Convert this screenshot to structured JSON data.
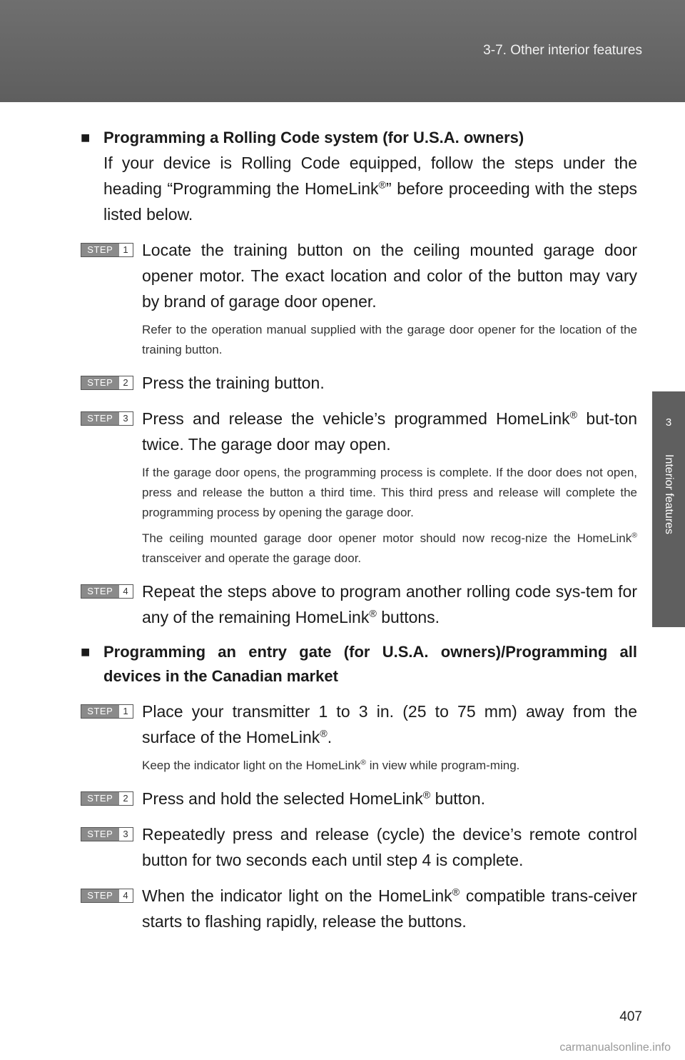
{
  "header": {
    "title": "3-7. Other interior features"
  },
  "side_tab": {
    "number": "3",
    "label": "Interior features"
  },
  "section1": {
    "bullet": "■",
    "heading": "Programming a Rolling Code system (for U.S.A. owners)",
    "intro_a": "If your device is Rolling Code equipped, follow the steps under the heading “Programming the HomeLink",
    "intro_b": "” before proceeding with the steps listed below.",
    "steps": [
      {
        "label": "STEP",
        "num": "1",
        "text": "Locate the training button on the ceiling mounted garage door opener motor. The exact location and color of the button may vary by brand of garage door opener.",
        "note": "Refer to the operation manual supplied with the garage door opener for the location of the training button."
      },
      {
        "label": "STEP",
        "num": "2",
        "text": "Press the training button."
      },
      {
        "label": "STEP",
        "num": "3",
        "text_a": "Press and release the vehicle’s programmed HomeLink",
        "text_b": " but-ton twice. The garage door may open.",
        "note1": "If the garage door opens, the programming process is complete. If the door does not open, press and release the button a third time. This third press and release will complete the programming process by opening the garage door.",
        "note2_a": "The ceiling mounted garage door opener motor should now recog-nize the HomeLink",
        "note2_b": " transceiver and operate the garage door."
      },
      {
        "label": "STEP",
        "num": "4",
        "text_a": "Repeat the steps above to program another rolling code sys-tem for any of the remaining HomeLink",
        "text_b": " buttons."
      }
    ]
  },
  "section2": {
    "bullet": "■",
    "heading": "Programming an entry gate (for U.S.A. owners)/Programming all devices in the Canadian market",
    "steps": [
      {
        "label": "STEP",
        "num": "1",
        "text_a": "Place your transmitter 1 to 3 in. (25 to 75 mm) away from the surface of the HomeLink",
        "text_b": ".",
        "note_a": "Keep the indicator light on the HomeLink",
        "note_b": " in view while program-ming."
      },
      {
        "label": "STEP",
        "num": "2",
        "text_a": "Press and hold the selected HomeLink",
        "text_b": " button."
      },
      {
        "label": "STEP",
        "num": "3",
        "text": "Repeatedly press and release (cycle) the device’s remote control button for two seconds each until step 4 is complete."
      },
      {
        "label": "STEP",
        "num": "4",
        "text_a": "When the indicator light on the HomeLink",
        "text_b": " compatible trans-ceiver starts to flashing rapidly, release the buttons."
      }
    ]
  },
  "reg_mark": "®",
  "page_number": "407",
  "watermark": "carmanualsonline.info"
}
